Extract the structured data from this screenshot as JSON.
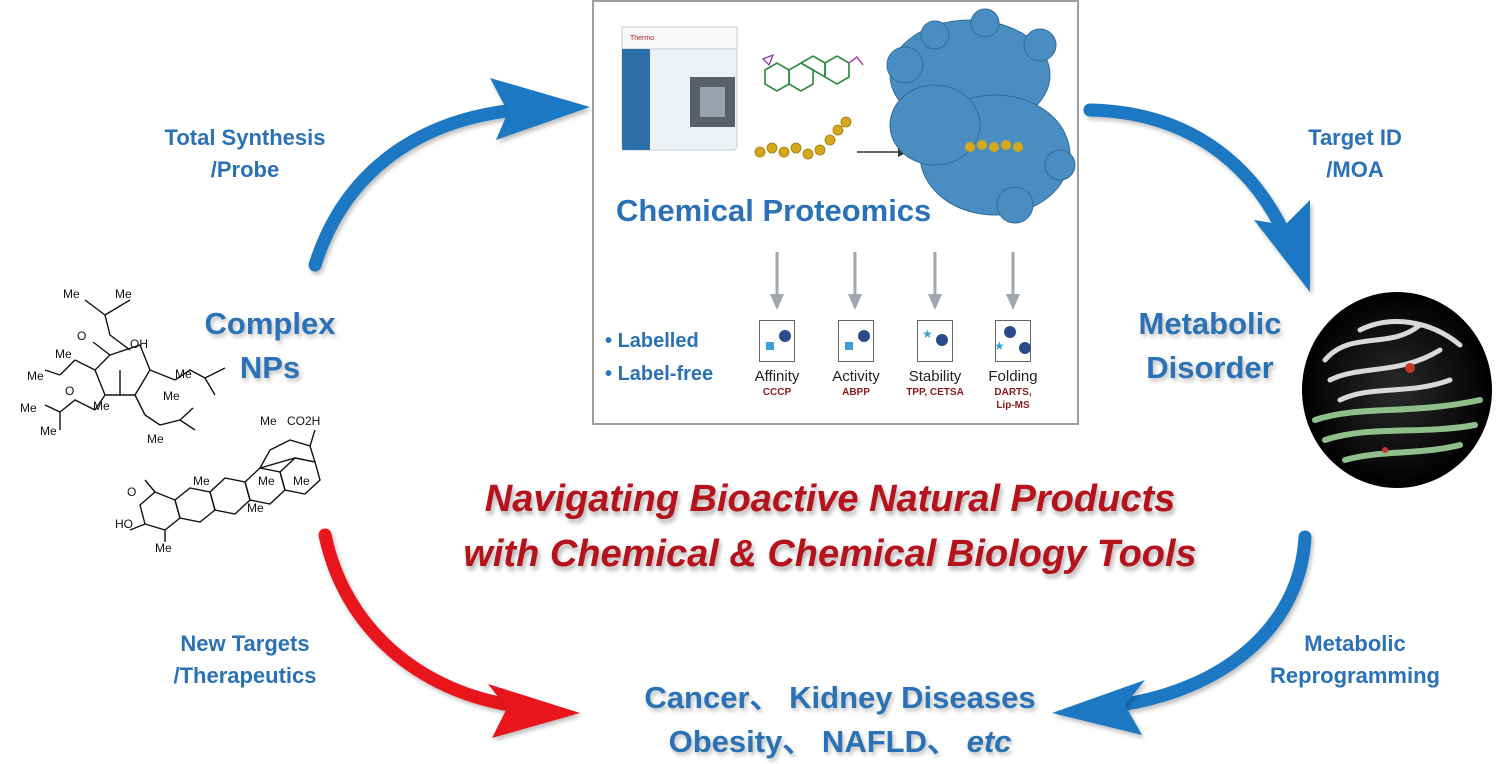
{
  "labels": {
    "total_synthesis_line1": "Total Synthesis",
    "total_synthesis_line2": "/Probe",
    "target_id_line1": "Target ID",
    "target_id_line2": "/MOA",
    "new_targets_line1": "New Targets",
    "new_targets_line2": "/Therapeutics",
    "metabolic_reprog_line1": "Metabolic",
    "metabolic_reprog_line2": "Reprogramming"
  },
  "nodes": {
    "complex_nps_line1": "Complex",
    "complex_nps_line2": "NPs",
    "metabolic_disorder_line1": "Metabolic",
    "metabolic_disorder_line2": "Disorder"
  },
  "proteomics": {
    "title": "Chemical Proteomics",
    "bullets": [
      "Labelled",
      "Label-free"
    ],
    "methods": [
      {
        "name": "Affinity",
        "abbr": "CCCP"
      },
      {
        "name": "Activity",
        "abbr": "ABPP"
      },
      {
        "name": "Stability",
        "abbr": "TPP, CETSA"
      },
      {
        "name": "Folding",
        "abbr_line1": "DARTS,",
        "abbr_line2": "Lip-MS"
      }
    ]
  },
  "headline": {
    "line1": "Navigating Bioactive Natural Products",
    "line2": "with Chemical & Chemical Biology Tools"
  },
  "diseases": {
    "line1": "Cancer、 Kidney Diseases",
    "line2_prefix": "Obesity、 NAFLD、 ",
    "line2_italic": "etc"
  },
  "molecule_labels": {
    "me": "Me",
    "oh": "OH",
    "o": "O",
    "ho": "HO",
    "co2h": "CO2H"
  },
  "colors": {
    "blue_arrow": "#1b78c2",
    "red_arrow": "#e8161b",
    "text_blue": "#2a72b5",
    "headline_red": "#b5121b",
    "protein_blue": "#4a8dc0",
    "ligand_gold": "#d4a81a"
  }
}
